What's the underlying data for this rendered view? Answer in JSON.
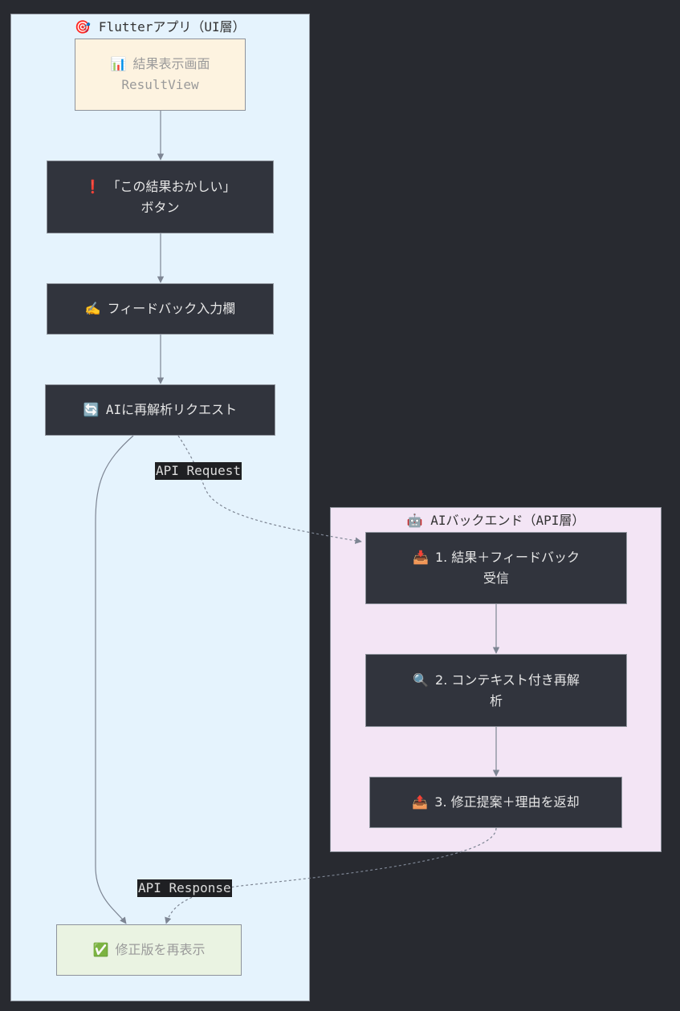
{
  "clusters": {
    "flutter": {
      "icon": "🎯",
      "title": "Flutterアプリ（UI層）"
    },
    "backend": {
      "icon": "🤖",
      "title": "AIバックエンド（API層）"
    }
  },
  "nodes": {
    "result_view": {
      "icon": "📊",
      "line1": "結果表示画面",
      "line2": "ResultView"
    },
    "odd_button": {
      "icon": "❗",
      "line1": "「この結果おかしい」",
      "line2": "ボタン"
    },
    "feedback_input": {
      "icon": "✍️",
      "text": "フィードバック入力欄"
    },
    "reanalysis_request": {
      "icon": "🔄",
      "text": "AIに再解析リクエスト"
    },
    "receive": {
      "icon": "📥",
      "line1": "1. 結果＋フィードバック",
      "line2": "受信"
    },
    "context_reanalysis": {
      "icon": "🔍",
      "line1": "2. コンテキスト付き再解",
      "line2": "析"
    },
    "return_fix": {
      "icon": "📤",
      "text": "3. 修正提案＋理由を返却"
    },
    "redisplay": {
      "icon": "✅",
      "text": "修正版を再表示"
    }
  },
  "edge_labels": {
    "request": "API Request",
    "response": "API Response"
  },
  "colors": {
    "background": "#282a30",
    "flutter_cluster": "#e5f3fd",
    "backend_cluster": "#f3e5f5",
    "dark_node": "#31343d",
    "result_node": "#fdf3e0",
    "redisplay_node": "#eaf3e2",
    "edge": "#7d8593"
  }
}
